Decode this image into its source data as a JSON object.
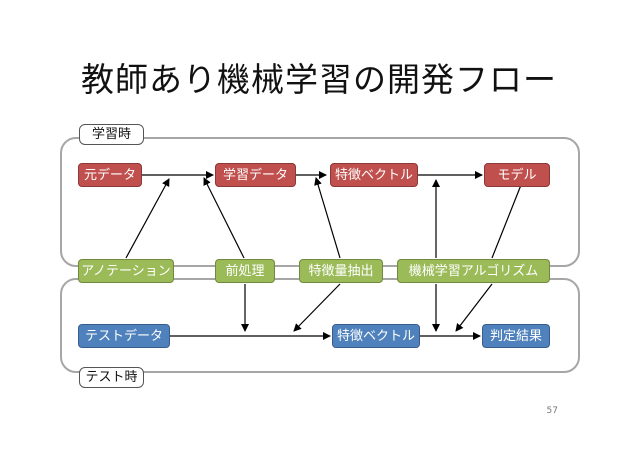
{
  "title": "教師あり機械学習の開発フロー",
  "groups": {
    "train_label": "学習時",
    "test_label": "テスト時"
  },
  "nodes": {
    "source_data": "元データ",
    "train_data": "学習データ",
    "feature_vector_train": "特徴ベクトル",
    "model": "モデル",
    "annotation": "アノテーション",
    "preprocess": "前処理",
    "feature_extraction": "特徴量抽出",
    "ml_algorithm": "機械学習アルゴリズム",
    "test_data": "テストデータ",
    "feature_vector_test": "特徴ベクトル",
    "result": "判定結果"
  },
  "colors": {
    "red": "#c0504d",
    "green": "#9bbb59",
    "blue": "#4f81bd",
    "group_border": "#a6a6a6"
  },
  "page_number": "57"
}
